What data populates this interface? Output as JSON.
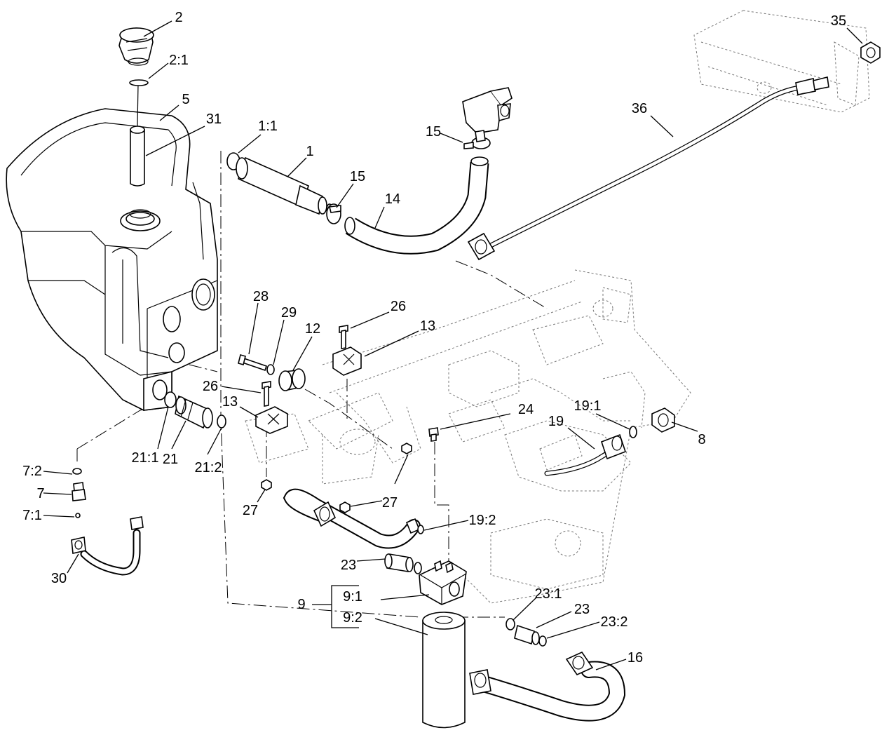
{
  "callouts": [
    {
      "id": "c-2",
      "text": "2"
    },
    {
      "id": "c-2-1",
      "text": "2:1"
    },
    {
      "id": "c-5",
      "text": "5"
    },
    {
      "id": "c-31",
      "text": "31"
    },
    {
      "id": "c-1-1",
      "text": "1:1"
    },
    {
      "id": "c-1",
      "text": "1"
    },
    {
      "id": "c-15a",
      "text": "15"
    },
    {
      "id": "c-15b",
      "text": "15"
    },
    {
      "id": "c-14",
      "text": "14"
    },
    {
      "id": "c-36",
      "text": "36"
    },
    {
      "id": "c-35",
      "text": "35"
    },
    {
      "id": "c-28",
      "text": "28"
    },
    {
      "id": "c-29",
      "text": "29"
    },
    {
      "id": "c-12",
      "text": "12"
    },
    {
      "id": "c-26a",
      "text": "26"
    },
    {
      "id": "c-13a",
      "text": "13"
    },
    {
      "id": "c-26b",
      "text": "26"
    },
    {
      "id": "c-13b",
      "text": "13"
    },
    {
      "id": "c-24",
      "text": "24"
    },
    {
      "id": "c-19-1",
      "text": "19:1"
    },
    {
      "id": "c-19",
      "text": "19"
    },
    {
      "id": "c-8",
      "text": "8"
    },
    {
      "id": "c-21-1",
      "text": "21:1"
    },
    {
      "id": "c-21",
      "text": "21"
    },
    {
      "id": "c-21-2",
      "text": "21:2"
    },
    {
      "id": "c-7-2",
      "text": "7:2"
    },
    {
      "id": "c-7",
      "text": "7"
    },
    {
      "id": "c-7-1",
      "text": "7:1"
    },
    {
      "id": "c-30",
      "text": "30"
    },
    {
      "id": "c-27a",
      "text": "27"
    },
    {
      "id": "c-27b",
      "text": "27"
    },
    {
      "id": "c-19-2",
      "text": "19:2"
    },
    {
      "id": "c-23a",
      "text": "23"
    },
    {
      "id": "c-9",
      "text": "9"
    },
    {
      "id": "c-9-1",
      "text": "9:1"
    },
    {
      "id": "c-9-2",
      "text": "9:2"
    },
    {
      "id": "c-23-1",
      "text": "23:1"
    },
    {
      "id": "c-23b",
      "text": "23"
    },
    {
      "id": "c-23-2",
      "text": "23:2"
    },
    {
      "id": "c-16",
      "text": "16"
    }
  ]
}
